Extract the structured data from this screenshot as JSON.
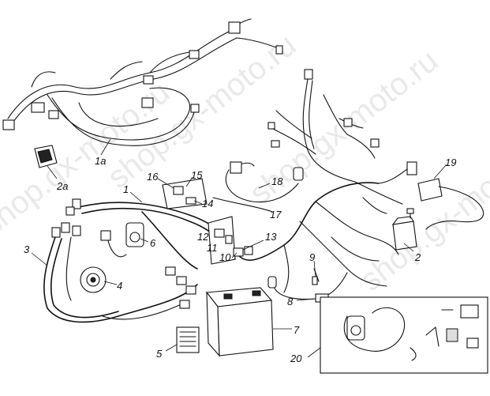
{
  "watermarks": [
    "shop.gx-moto.ru",
    "shop.gx-moto.ru",
    "shop.gx-moto.ru",
    "shop.gx-moto.ru"
  ],
  "labels": {
    "l1": "1",
    "l1a": "1a",
    "l2": "2",
    "l2a": "2a",
    "l3": "3",
    "l4": "4",
    "l5": "5",
    "l6": "6",
    "l7": "7",
    "l8": "8",
    "l9": "9",
    "l10": "10",
    "l11": "11",
    "l12": "12",
    "l13": "13",
    "l14": "14",
    "l15": "15",
    "l16": "16",
    "l17": "17",
    "l18": "18",
    "l19": "19",
    "l20": "20"
  }
}
